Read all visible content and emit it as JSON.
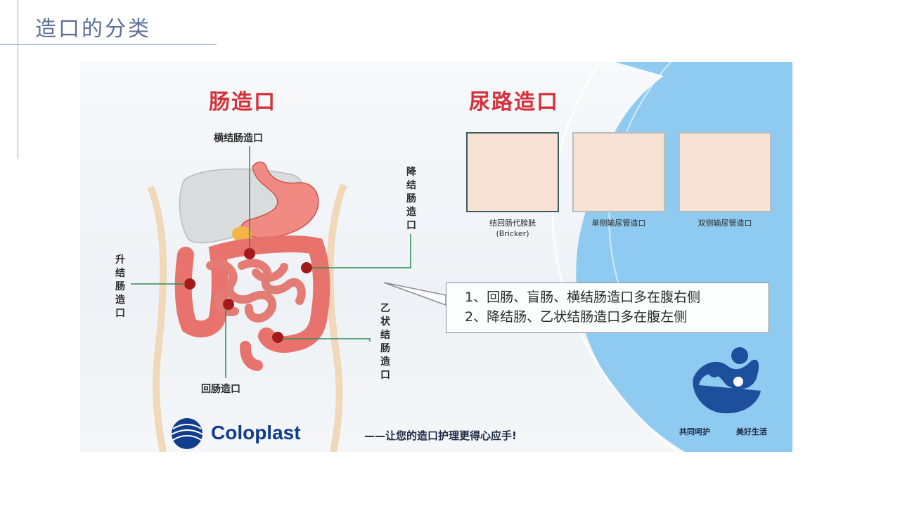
{
  "slide": {
    "title": "造口的分类"
  },
  "figure": {
    "bowel_heading": "肠造口",
    "urinary_heading": "尿路造口",
    "labels": {
      "transverse": "横结肠造口",
      "descending": "降结肠造口",
      "ascending": "升结肠造口",
      "sigmoid": "乙状结肠造口",
      "ileum": "回肠造口"
    },
    "urinary_types": [
      {
        "caption": "结回肠代膀胱",
        "sub": "(Bricker)"
      },
      {
        "caption": "单侧输尿管造口",
        "sub": ""
      },
      {
        "caption": "双侧输尿管造口",
        "sub": ""
      }
    ],
    "note_lines": [
      "1、回肠、盲肠、横结肠造口多在腹右侧",
      "2、降结肠、乙状结肠造口多在腹左侧"
    ],
    "brand": "Coloplast",
    "slogan": "——让您的造口护理更得心应手!",
    "care_left": "共同呵护",
    "care_right": "美好生活",
    "colors": {
      "heading": "#d4313a",
      "brand": "#123d8c",
      "accent_blue": "#8fcbf0",
      "title": "#5a6f9a"
    }
  }
}
